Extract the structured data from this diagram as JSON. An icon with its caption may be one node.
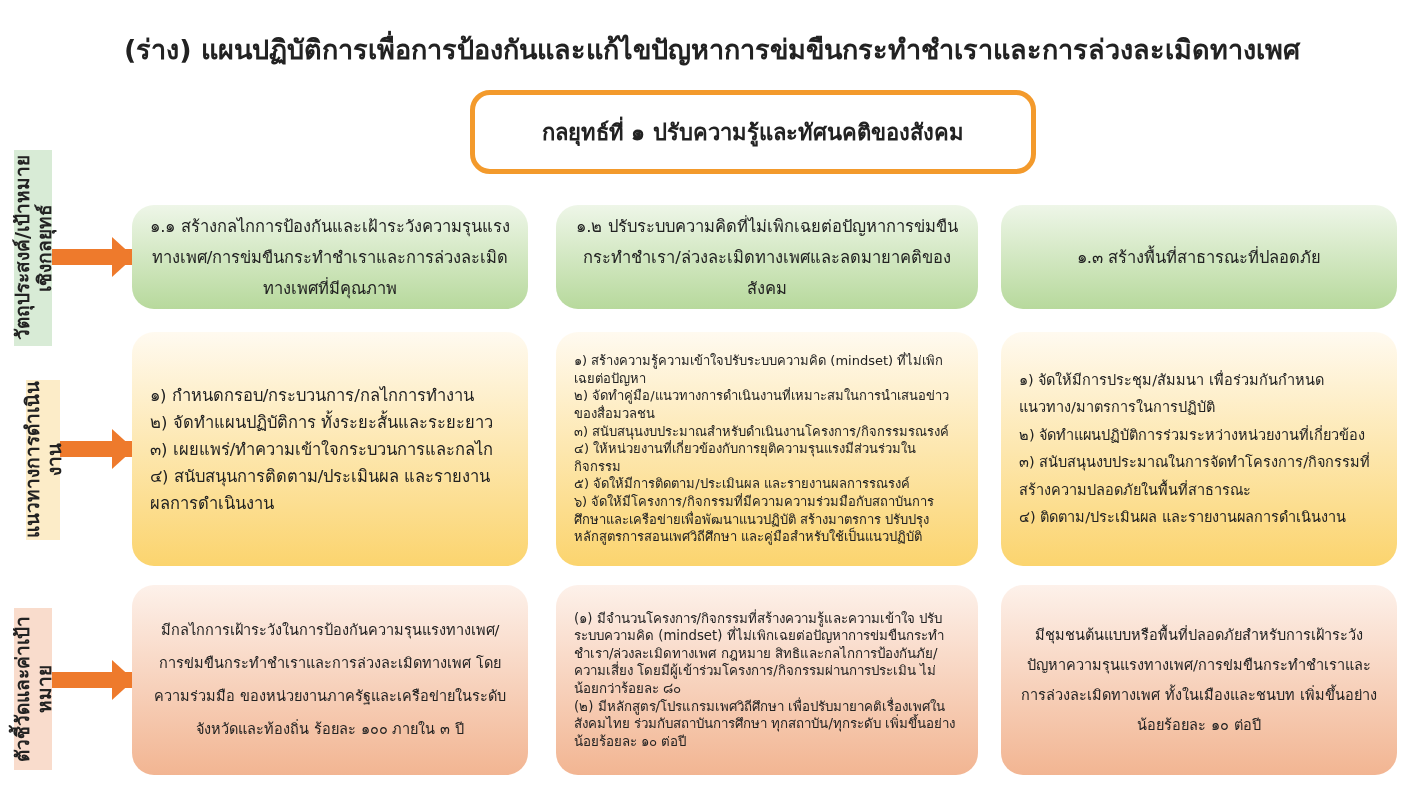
{
  "diagram": {
    "title": "(ร่าง) แผนปฏิบัติการเพื่อการป้องกันและแก้ไขปัญหาการข่มขืนกระทำชำเราและการล่วงละเมิดทางเพศ",
    "nodes": [
      {
        "text": [
          "กลยุทธ์ที่ ๑ ปรับความรู้และทัศนคติของสังคม"
        ]
      },
      {
        "text": [
          "วัตถุประสงค์/เป้าหมายเชิงกลยุทธ์"
        ]
      },
      {
        "text": [
          "๑.๑ สร้างกลไกการป้องกันและเฝ้าระวังความรุนแรงทางเพศ/การข่มขืนกระทำชำเราและการล่วงละเมิดทางเพศที่มีคุณภาพ"
        ]
      },
      {
        "text": [
          "๑.๒ ปรับระบบความคิดที่ไม่เพิกเฉยต่อปัญหาการข่มขืนกระทำชำเรา/ล่วงละเมิดทางเพศและลดมายาคติของสังคม"
        ]
      },
      {
        "text": [
          "๑.๓ สร้างพื้นที่สาธารณะที่ปลอดภัย"
        ]
      },
      {
        "text": [
          "แนวทางการดำเนินงาน"
        ]
      },
      {
        "text": [
          "๑) กำหนดกรอบ/กระบวนการ/กลไกการทำงาน",
          "๒) จัดทำแผนปฏิบัติการ ทั้งระยะสั้นและระยะยาว",
          "๓) เผยแพร่/ทำความเข้าใจกระบวนการและกลไก",
          "๔) สนับสนุนการติดตาม/ประเมินผล และรายงานผลการดำเนินงาน"
        ]
      },
      {
        "text": [
          "๑) สร้างความรู้ความเข้าใจปรับระบบความคิด (mindset) ที่ไม่เพิกเฉยต่อปัญหา",
          "๒) จัดทำคู่มือ/แนวทางการดำเนินงานที่เหมาะสมในการนำเสนอข่าวของสื่อมวลชน",
          "๓) สนับสนุนงบประมาณสำหรับดำเนินงานโครงการ/กิจกรรมรณรงค์",
          "๔) ให้หน่วยงานที่เกี่ยวข้องกับการยุติความรุนแรงมีส่วนร่วมในกิจกรรม",
          "๕) จัดให้มีการติดตาม/ประเมินผล และรายงานผลการรณรงค์",
          "๖) จัดให้มีโครงการ/กิจกรรมที่มีความความร่วมมือกับสถาบันการศึกษาและเครือข่ายเพื่อพัฒนาแนวปฏิบัติ สร้างมาตรการ ปรับปรุงหลักสูตรการสอนเพศวิถีศึกษา และคู่มือสำหรับใช้เป็นแนวปฏิบัติ"
        ]
      },
      {
        "text": [
          "๑) จัดให้มีการประชุม/สัมมนา เพื่อร่วมกันกำหนดแนวทาง/มาตรการในการปฏิบัติ",
          "๒) จัดทำแผนปฏิบัติการร่วมระหว่างหน่วยงานที่เกี่ยวข้อง",
          "๓) สนับสนุนงบประมาณในการจัดทำโครงการ/กิจกรรมที่สร้างความปลอดภัยในพื้นที่สาธารณะ",
          "๔) ติดตาม/ประเมินผล และรายงานผลการดำเนินงาน"
        ]
      },
      {
        "text": [
          "ตัวชี้วัดและค่าเป้าหมาย"
        ]
      },
      {
        "text": [
          "มีกลไกการเฝ้าระวังในการป้องกันความรุนแรงทางเพศ/การข่มขืนกระทำชำเราและการล่วงละเมิดทางเพศ โดยความร่วมมือ ของหน่วยงานภาครัฐและเครือข่ายในระดับจังหวัดและท้องถิ่น ร้อยละ ๑๐๐ ภายใน ๓ ปี"
        ]
      },
      {
        "text": [
          "(๑) มีจำนวนโครงการ/กิจกรรมที่สร้างความรู้และความเข้าใจ ปรับระบบความคิด (mindset) ที่ไม่เพิกเฉยต่อปัญหาการข่มขืนกระทำชำเรา/ล่วงละเมิดทางเพศ กฎหมาย สิทธิและกลไกการป้องกันภัย/ความเสี่ยง โดยมีผู้เข้าร่วมโครงการ/กิจกรรมผ่านการประเมิน  ไม่น้อยกว่าร้อยละ ๘๐",
          "(๒) มีหลักสูตร/โปรแกรมเพศวิถีศึกษา เพื่อปรับมายาคติเรื่องเพศในสังคมไทย ร่วมกับสถาบันการศึกษา ทุกสถาบัน/ทุกระดับ เพิ่มขึ้นอย่างน้อยร้อยละ ๑๐ ต่อปี"
        ]
      },
      {
        "text": [
          "มีชุมชนต้นแบบหรือพื้นที่ปลอดภัยสำหรับการเฝ้าระวังปัญหาความรุนแรงทางเพศ/การข่มขืนกระทำชำเราและการล่วงละเมิดทางเพศ ทั้งในเมืองและชนบท เพิ่มขึ้นอย่างน้อยร้อยละ ๑๐  ต่อปี"
        ]
      }
    ],
    "edges": [
      {
        "from": 1,
        "to": 2,
        "arrow": "to"
      },
      {
        "from": 5,
        "to": 6,
        "arrow": "to"
      },
      {
        "from": 9,
        "to": 10,
        "arrow": "to"
      }
    ]
  }
}
